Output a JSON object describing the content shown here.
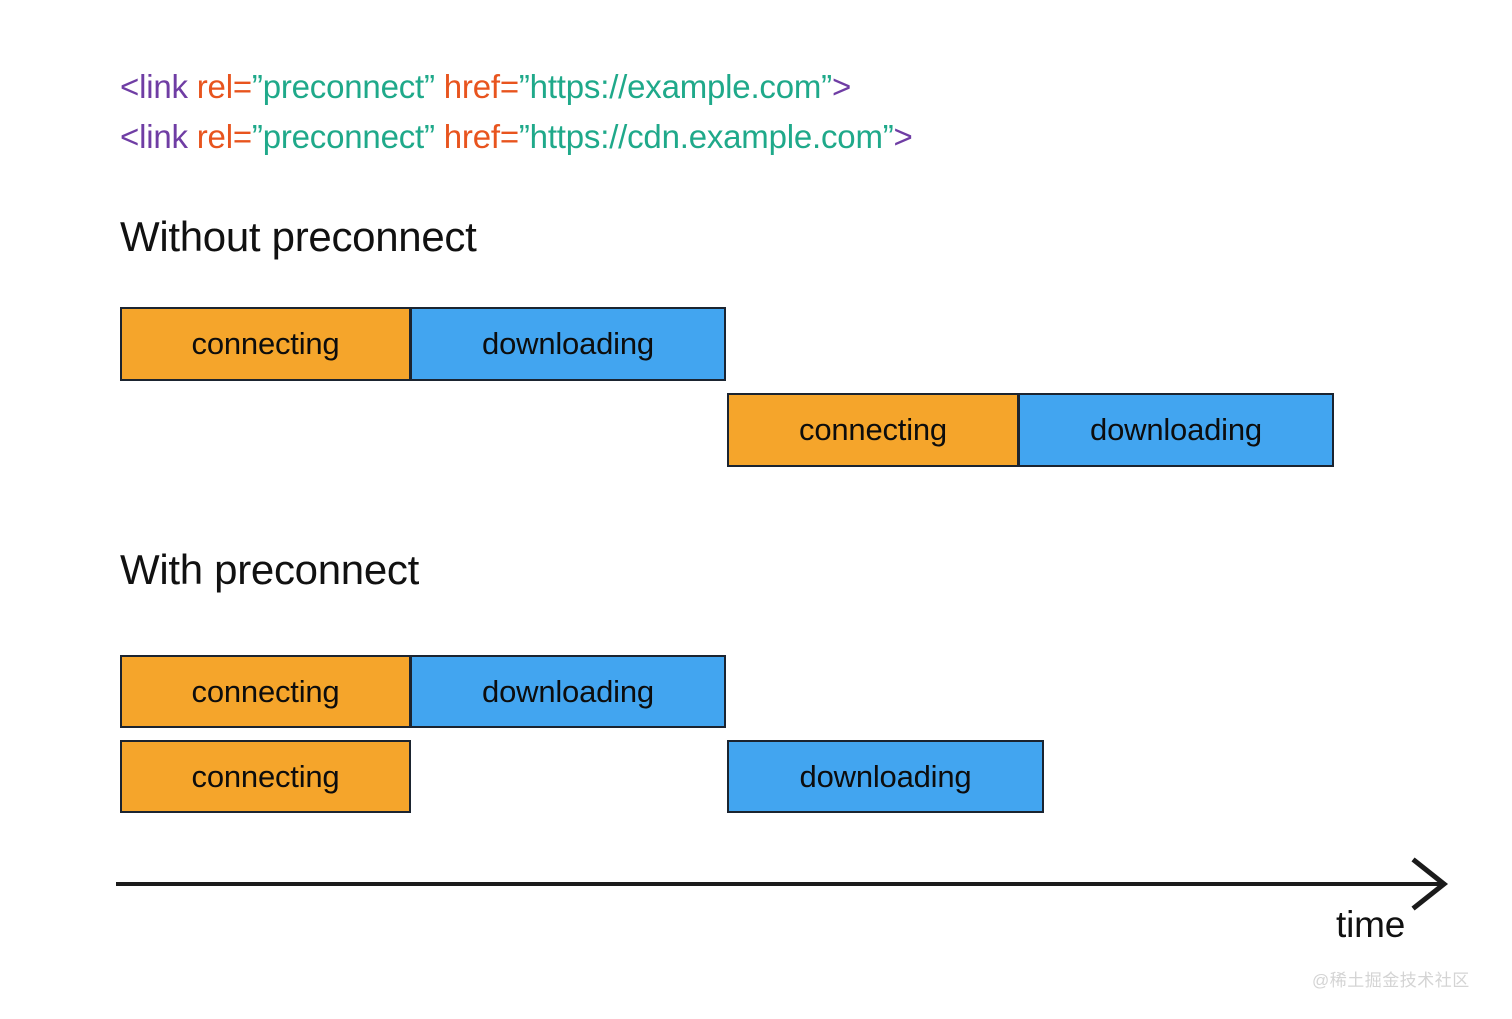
{
  "code_snippet": {
    "lines": [
      {
        "tag_open": "<link",
        "attr_rel": " rel=",
        "value_rel": "”preconnect”",
        "attr_href": " href=",
        "value_href": "”https://example.com”",
        "tag_close": ">"
      },
      {
        "tag_open": "<link",
        "attr_rel": " rel=",
        "value_rel": "”preconnect”",
        "attr_href": " href=",
        "value_href": "”https://cdn.example.com”",
        "tag_close": ">"
      }
    ]
  },
  "sections": [
    {
      "heading": "Without preconnect"
    },
    {
      "heading": "With preconnect"
    }
  ],
  "axis": {
    "label": "time",
    "arrow_icon": "arrow-right-icon"
  },
  "watermark": "@稀土掘金技术社区",
  "colors": {
    "connecting": "#f5a52b",
    "downloading": "#42a5f0",
    "bar_border": "#1b2430",
    "code_tag": "#6f3da4",
    "code_attr": "#e8541e",
    "code_string": "#1fa98a",
    "text": "#111111",
    "watermark": "#d4d4d4",
    "background": "#ffffff"
  },
  "chart_data": {
    "type": "bar",
    "title": "Connection timeline with and without preconnect",
    "xlabel": "time",
    "ylabel": "",
    "grid": false,
    "legend": [
      "connecting",
      "downloading"
    ],
    "groups": [
      {
        "name": "Without preconnect",
        "rows": [
          {
            "resource": "example.com",
            "segments": [
              {
                "label": "connecting",
                "start": 0,
                "end": 291
              },
              {
                "label": "downloading",
                "start": 291,
                "end": 606
              }
            ]
          },
          {
            "resource": "cdn.example.com",
            "segments": [
              {
                "label": "connecting",
                "start": 607,
                "end": 899
              },
              {
                "label": "downloading",
                "start": 899,
                "end": 1214
              }
            ]
          }
        ]
      },
      {
        "name": "With preconnect",
        "rows": [
          {
            "resource": "example.com",
            "segments": [
              {
                "label": "connecting",
                "start": 0,
                "end": 291
              },
              {
                "label": "downloading",
                "start": 291,
                "end": 606
              }
            ]
          },
          {
            "resource": "cdn.example.com",
            "segments": [
              {
                "label": "connecting",
                "start": 0,
                "end": 291
              },
              {
                "label": "downloading",
                "start": 607,
                "end": 924
              }
            ]
          }
        ]
      }
    ]
  },
  "bars": {
    "g1r1_connecting": "connecting",
    "g1r1_downloading": "downloading",
    "g1r2_connecting": "connecting",
    "g1r2_downloading": "downloading",
    "g2r1_connecting": "connecting",
    "g2r1_downloading": "downloading",
    "g2r2_connecting": "connecting",
    "g2r2_downloading": "downloading"
  }
}
